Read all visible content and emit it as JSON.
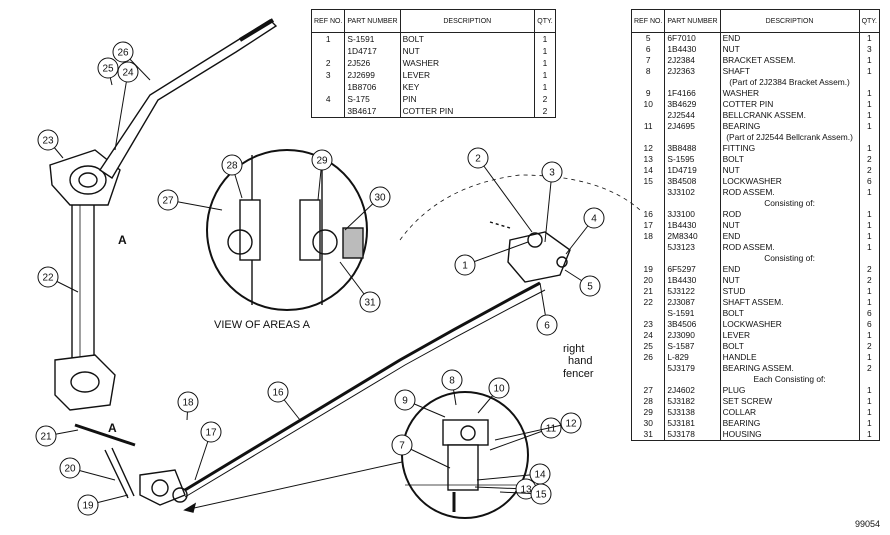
{
  "callouts": [
    "1",
    "2",
    "3",
    "4",
    "5",
    "6",
    "7",
    "8",
    "9",
    "10",
    "11",
    "12",
    "13",
    "14",
    "15",
    "16",
    "17",
    "18",
    "19",
    "20",
    "21",
    "22",
    "23",
    "24",
    "25",
    "26",
    "27",
    "28",
    "29",
    "30",
    "31"
  ],
  "figure": {
    "view_label": "VIEW OF AREAS A",
    "area_letter": "A",
    "note_line1": "right",
    "note_line2": "hand",
    "note_line3": "fencer",
    "code": "99054"
  },
  "small_table": {
    "headers": {
      "ref": "REF NO.",
      "part": "PART NUMBER",
      "desc": "DESCRIPTION",
      "qty": "QTY."
    },
    "rows": [
      {
        "ref": "1",
        "part": "S-1591",
        "desc": "BOLT",
        "qty": "1"
      },
      {
        "ref": "",
        "part": "1D4717",
        "desc": "NUT",
        "qty": "1"
      },
      {
        "ref": "2",
        "part": "2J526",
        "desc": "WASHER",
        "qty": "1"
      },
      {
        "ref": "3",
        "part": "2J2699",
        "desc": "LEVER",
        "qty": "1"
      },
      {
        "ref": "",
        "part": "1B8706",
        "desc": "KEY",
        "qty": "1"
      },
      {
        "ref": "4",
        "part": "S-175",
        "desc": "PIN",
        "qty": "2"
      },
      {
        "ref": "",
        "part": "3B4617",
        "desc": "COTTER PIN",
        "qty": "2"
      }
    ]
  },
  "main_table": {
    "headers": {
      "ref": "REF NO.",
      "part": "PART NUMBER",
      "desc": "DESCRIPTION",
      "qty": "QTY."
    },
    "rows": [
      {
        "ref": "5",
        "part": "6F7010",
        "desc": "END",
        "qty": "1"
      },
      {
        "ref": "6",
        "part": "1B4430",
        "desc": "NUT",
        "qty": "3"
      },
      {
        "ref": "7",
        "part": "2J2384",
        "desc": "BRACKET ASSEM.",
        "qty": "1"
      },
      {
        "ref": "8",
        "part": "2J2363",
        "desc": "SHAFT",
        "qty": "1"
      },
      {
        "ref": "",
        "part": "",
        "desc": "(Part of 2J2384 Bracket Assem.)",
        "qty": ""
      },
      {
        "ref": "9",
        "part": "1F4166",
        "desc": "WASHER",
        "qty": "1"
      },
      {
        "ref": "10",
        "part": "3B4629",
        "desc": "COTTER PIN",
        "qty": "1"
      },
      {
        "ref": "",
        "part": "2J2544",
        "desc": "BELLCRANK ASSEM.",
        "qty": "1"
      },
      {
        "ref": "11",
        "part": "2J4695",
        "desc": "BEARING",
        "qty": "1"
      },
      {
        "ref": "",
        "part": "",
        "desc": "(Part of 2J2544 Bellcrank Assem.)",
        "qty": ""
      },
      {
        "ref": "12",
        "part": "3B8488",
        "desc": "FITTING",
        "qty": "1"
      },
      {
        "ref": "13",
        "part": "S-1595",
        "desc": "BOLT",
        "qty": "2"
      },
      {
        "ref": "14",
        "part": "1D4719",
        "desc": "NUT",
        "qty": "2"
      },
      {
        "ref": "15",
        "part": "3B4508",
        "desc": "LOCKWASHER",
        "qty": "6"
      },
      {
        "ref": "",
        "part": "3J3102",
        "desc": "ROD ASSEM.",
        "qty": "1"
      },
      {
        "ref": "",
        "part": "",
        "desc": "Consisting of:",
        "qty": ""
      },
      {
        "ref": "16",
        "part": "3J3100",
        "desc": "ROD",
        "qty": "1"
      },
      {
        "ref": "17",
        "part": "1B4430",
        "desc": "NUT",
        "qty": "1"
      },
      {
        "ref": "18",
        "part": "2M8340",
        "desc": "END",
        "qty": "1"
      },
      {
        "ref": "",
        "part": "5J3123",
        "desc": "ROD ASSEM.",
        "qty": "1"
      },
      {
        "ref": "",
        "part": "",
        "desc": "Consisting of:",
        "qty": ""
      },
      {
        "ref": "19",
        "part": "6F5297",
        "desc": "END",
        "qty": "2"
      },
      {
        "ref": "20",
        "part": "1B4430",
        "desc": "NUT",
        "qty": "2"
      },
      {
        "ref": "21",
        "part": "5J3122",
        "desc": "STUD",
        "qty": "1"
      },
      {
        "ref": "22",
        "part": "2J3087",
        "desc": "SHAFT ASSEM.",
        "qty": "1"
      },
      {
        "ref": "",
        "part": "S-1591",
        "desc": "BOLT",
        "qty": "6"
      },
      {
        "ref": "23",
        "part": "3B4506",
        "desc": "LOCKWASHER",
        "qty": "6"
      },
      {
        "ref": "24",
        "part": "2J3090",
        "desc": "LEVER",
        "qty": "1"
      },
      {
        "ref": "25",
        "part": "S-1587",
        "desc": "BOLT",
        "qty": "2"
      },
      {
        "ref": "26",
        "part": "L-829",
        "desc": "HANDLE",
        "qty": "1"
      },
      {
        "ref": "",
        "part": "5J3179",
        "desc": "BEARING ASSEM.",
        "qty": "2"
      },
      {
        "ref": "",
        "part": "",
        "desc": "Each Consisting of:",
        "qty": ""
      },
      {
        "ref": "27",
        "part": "2J4602",
        "desc": "PLUG",
        "qty": "1"
      },
      {
        "ref": "28",
        "part": "5J3182",
        "desc": "SET SCREW",
        "qty": "1"
      },
      {
        "ref": "29",
        "part": "5J3138",
        "desc": "COLLAR",
        "qty": "1"
      },
      {
        "ref": "30",
        "part": "5J3181",
        "desc": "BEARING",
        "qty": "1"
      },
      {
        "ref": "31",
        "part": "5J3178",
        "desc": "HOUSING",
        "qty": "1"
      }
    ]
  }
}
